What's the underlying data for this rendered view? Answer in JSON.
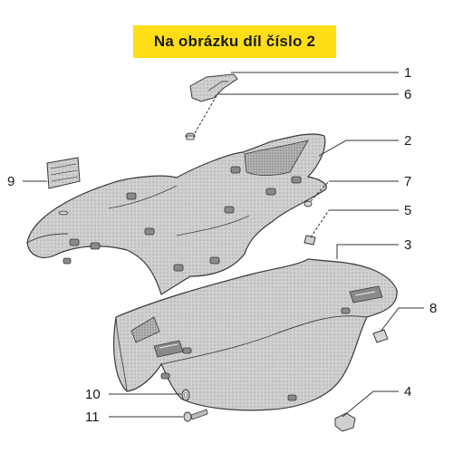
{
  "banner": {
    "text": "Na obrázku díl číslo 2",
    "background": "#ffde17"
  },
  "callouts": {
    "c1": "1",
    "c2": "2",
    "c3": "3",
    "c4": "4",
    "c5": "5",
    "c6": "6",
    "c7": "7",
    "c8": "8",
    "c9": "9",
    "c10": "10",
    "c11": "11"
  },
  "colors": {
    "part_fill": "#c9c9c9",
    "part_shade": "#9e9e9e",
    "line": "#3a3a3a"
  }
}
